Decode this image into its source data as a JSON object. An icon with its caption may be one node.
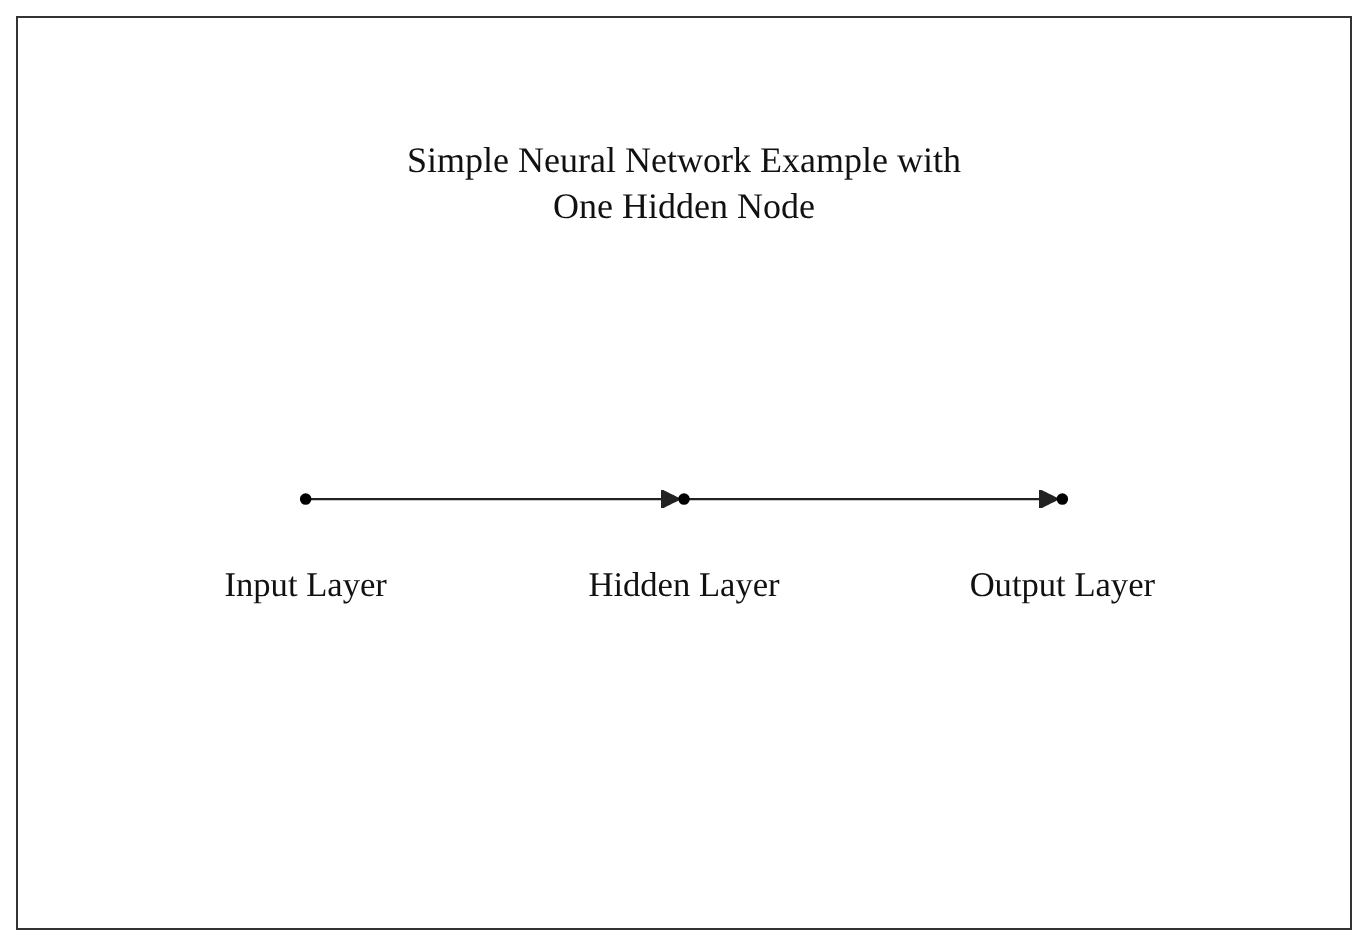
{
  "diagram": {
    "title": "Simple Neural Network Example with One Hidden Node",
    "nodes": [
      {
        "text": [],
        "shape": "circle",
        "beside": [
          "Input Layer"
        ]
      },
      {
        "text": [],
        "shape": "circle",
        "beside": [
          "Hidden Layer"
        ]
      },
      {
        "text": [],
        "shape": "circle",
        "beside": [
          "Output Layer"
        ]
      }
    ],
    "edges": [
      {
        "from": 0,
        "to": 1,
        "arrow": "to"
      },
      {
        "from": 1,
        "to": 2,
        "arrow": "to"
      }
    ]
  }
}
